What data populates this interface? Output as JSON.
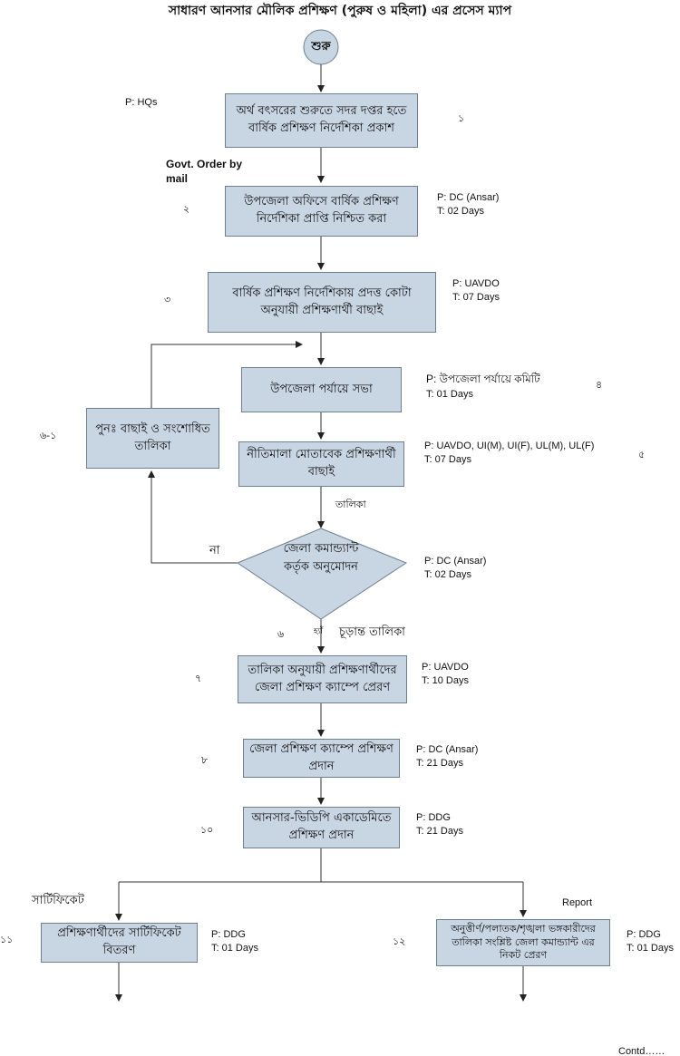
{
  "title": "সাধারণ আনসার মৌলিক প্রশিক্ষণ (পুরুষ ও মহিলা) এর প্রসেস ম্যাপ",
  "start": "শুরু",
  "colors": {
    "box_fill": "#c8d5e3",
    "box_border": "#6f7f90",
    "line": "#333333"
  },
  "steps": {
    "s1": {
      "text": "অর্থ বৎসরের শুরুতে সদর দপ্তর হতে বার্ষিক প্রশিক্ষণ নির্দেশিকা প্রকাশ",
      "num": "১",
      "person": "P: HQs"
    },
    "s2": {
      "text": "উপজেলা অফিসে বার্ষিক প্রশিক্ষণ নির্দেশিকা প্রাপ্তি নিশ্চিত করা",
      "num": "২",
      "person": "P: DC (Ansar)",
      "time": "T: 02 Days"
    },
    "s3": {
      "text": "বার্ষিক প্রশিক্ষণ নির্দেশিকায় প্রদত্ত কোটা অনুযায়ী প্রশিক্ষণার্থী বাছাই",
      "num": "৩",
      "person": "P: UAVDO",
      "time": "T: 07 Days"
    },
    "s4": {
      "text": "উপজেলা পর্যায়ে সভা",
      "num": "৪",
      "person": "P: উপজেলা পর্যায়ে কমিটি",
      "time": "T: 01 Days"
    },
    "s5": {
      "text": "নীতিমালা মোতাবেক প্রশিক্ষণার্থী বাছাই",
      "num": "৫",
      "person": "P: UAVDO, UI(M), UI(F), UL(M), UL(F)",
      "time": "T: 07 Days"
    },
    "s61": {
      "text": "পুনঃ বাছাই ও সংশোধিত তালিকা",
      "num": "৬-১"
    },
    "decision": {
      "text": "জেলা কমান্ড্যান্ট কর্তৃক অনুমোদন",
      "num": "৬",
      "person": "P: DC (Ansar)",
      "time": "T: 02 Days",
      "no": "না",
      "yes": "হ্যাঁ"
    },
    "s7": {
      "text": "তালিকা অনুযায়ী প্রশিক্ষণার্থীদের জেলা প্রশিক্ষণ ক্যাম্পে প্রেরণ",
      "num": "৭",
      "person": "P: UAVDO",
      "time": "T: 10 Days"
    },
    "s8": {
      "text": "জেলা প্রশিক্ষণ ক্যাম্পে প্রশিক্ষণ প্রদান",
      "num": "৮",
      "person": "P: DC (Ansar)",
      "time": "T: 21 Days"
    },
    "s10": {
      "text": "আনসার-ভিডিপি একাডেমিতে প্রশিক্ষণ প্রদান",
      "num": "১০",
      "person": "P: DDG",
      "time": "T: 21 Days"
    },
    "s11": {
      "text": "প্রশিক্ষণার্থীদের সার্টিফিকেট বিতরণ",
      "num": "১১",
      "person": "P: DDG",
      "time": "T: 01 Days"
    },
    "s12": {
      "text": "অনুত্তীর্ণ/পলাতক/শৃঙ্খলা ভঙ্গকারীদের তালিকা সংশ্লিষ্ট জেলা কমান্ড্যান্ট এর নিকট প্রেরণ",
      "num": "১২",
      "person": "P: DDG",
      "time": "T: 01 Days"
    }
  },
  "edge_labels": {
    "govt_order": "Govt. Order by mail",
    "talika": "তালিকা",
    "final_list": "চূড়ান্ত তালিকা",
    "certificate": "সার্টিফিকেট",
    "report": "Report"
  },
  "footer": "Contd……"
}
